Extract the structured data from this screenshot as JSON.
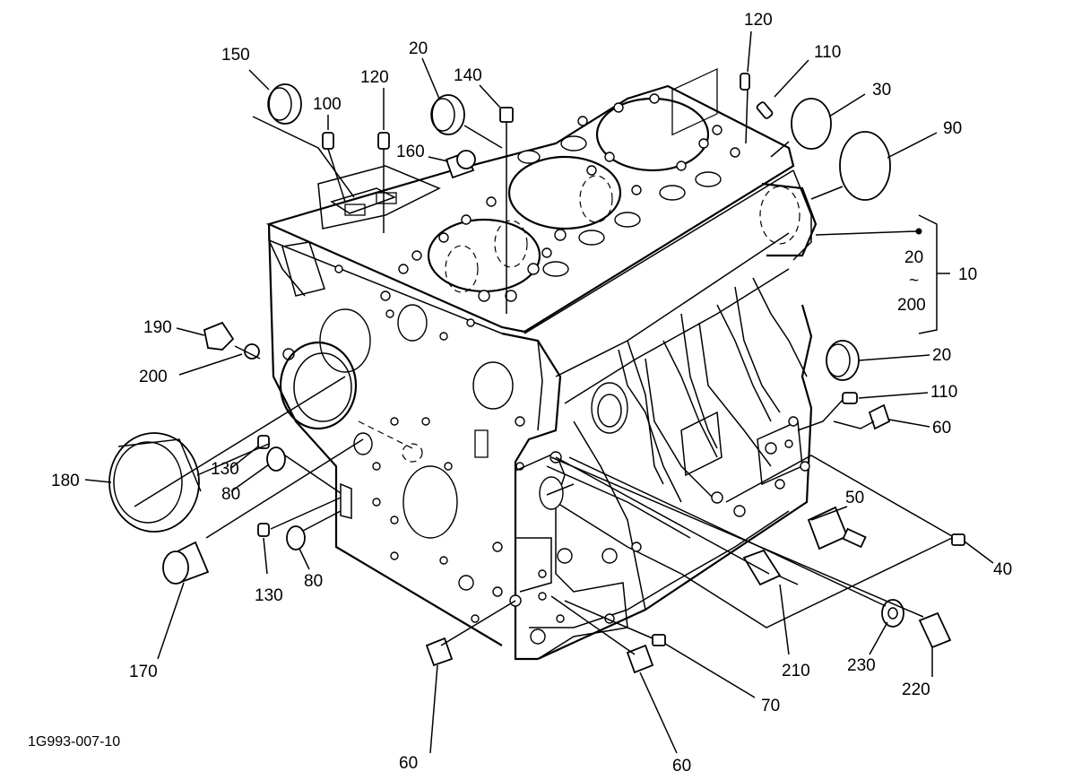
{
  "figure": {
    "reference_code": "1G993-007-10"
  },
  "callouts": [
    {
      "id": "c150",
      "label": "150"
    },
    {
      "id": "c100",
      "label": "100"
    },
    {
      "id": "c120a",
      "label": "120"
    },
    {
      "id": "c20a",
      "label": "20"
    },
    {
      "id": "c140",
      "label": "140"
    },
    {
      "id": "c160",
      "label": "160"
    },
    {
      "id": "c120b",
      "label": "120"
    },
    {
      "id": "c110a",
      "label": "110"
    },
    {
      "id": "c30",
      "label": "30"
    },
    {
      "id": "c90",
      "label": "90"
    },
    {
      "id": "c20b",
      "label": "20"
    },
    {
      "id": "ctilde",
      "label": "~"
    },
    {
      "id": "c200a",
      "label": "200"
    },
    {
      "id": "c10",
      "label": "10"
    },
    {
      "id": "c20c",
      "label": "20"
    },
    {
      "id": "c110b",
      "label": "110"
    },
    {
      "id": "c60a",
      "label": "60"
    },
    {
      "id": "c190",
      "label": "190"
    },
    {
      "id": "c200b",
      "label": "200"
    },
    {
      "id": "c180",
      "label": "180"
    },
    {
      "id": "c130a",
      "label": "130"
    },
    {
      "id": "c80a",
      "label": "80"
    },
    {
      "id": "c130b",
      "label": "130"
    },
    {
      "id": "c80b",
      "label": "80"
    },
    {
      "id": "c170",
      "label": "170"
    },
    {
      "id": "c50",
      "label": "50"
    },
    {
      "id": "c40",
      "label": "40"
    },
    {
      "id": "c210",
      "label": "210"
    },
    {
      "id": "c230",
      "label": "230"
    },
    {
      "id": "c220",
      "label": "220"
    },
    {
      "id": "c70",
      "label": "70"
    },
    {
      "id": "c60b",
      "label": "60"
    },
    {
      "id": "c60c",
      "label": "60"
    }
  ]
}
